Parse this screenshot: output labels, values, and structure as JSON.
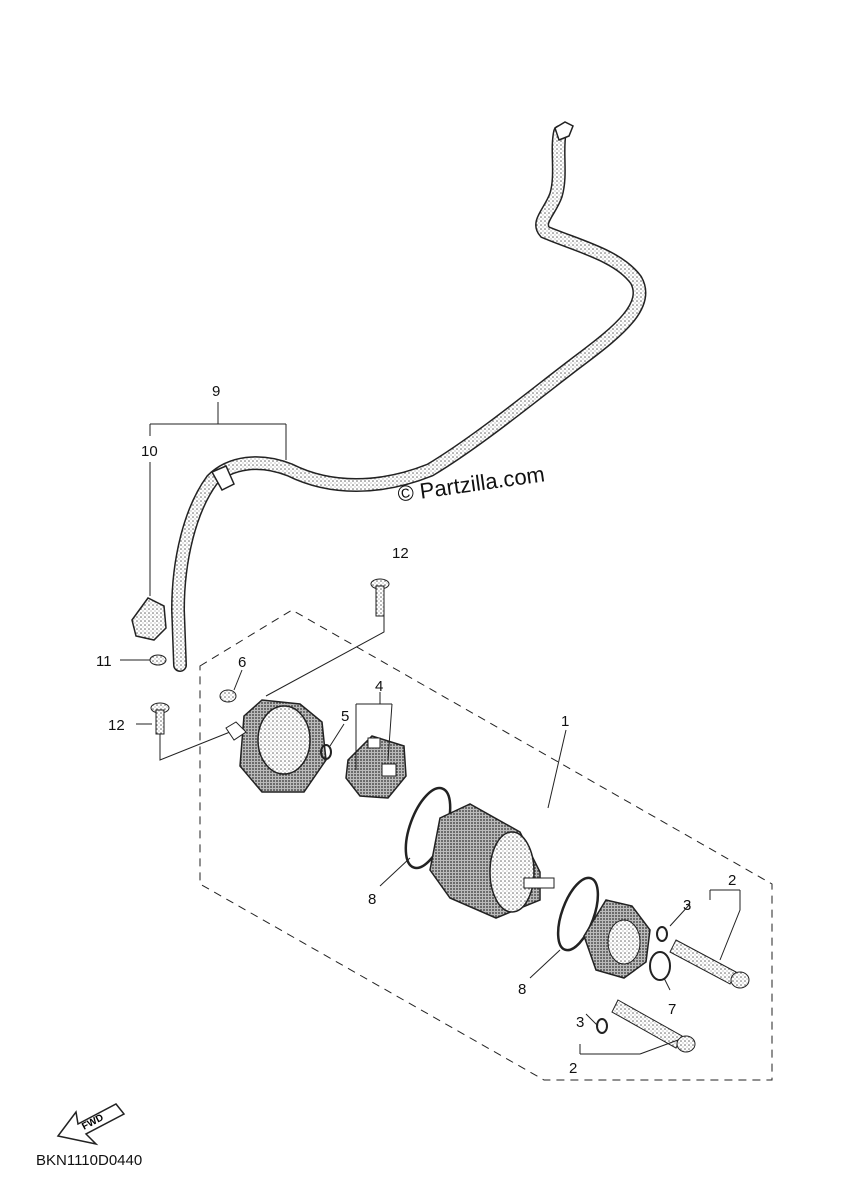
{
  "watermark": "© Partzilla.com",
  "diagram_code": "BKN1110D0440",
  "fwd_label": "FWD",
  "callouts": {
    "c1": "1",
    "c2a": "2",
    "c2b": "2",
    "c3a": "3",
    "c3b": "3",
    "c4": "4",
    "c5": "5",
    "c6": "6",
    "c7": "7",
    "c8a": "8",
    "c8b": "8",
    "c9": "9",
    "c10": "10",
    "c11": "11",
    "c12a": "12",
    "c12b": "12"
  }
}
